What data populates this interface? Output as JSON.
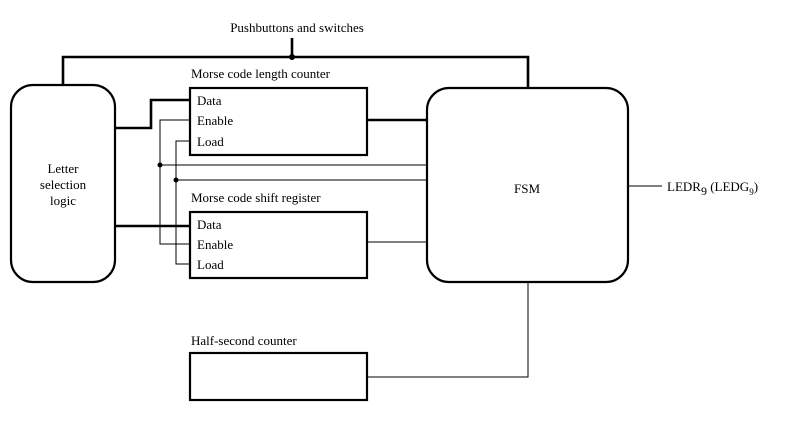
{
  "diagram": {
    "top_input_label": "Pushbuttons and switches",
    "letter_logic": {
      "line1": "Letter",
      "line2": "selection",
      "line3": "logic"
    },
    "length_counter": {
      "title": "Morse code length counter",
      "ports": [
        "Data",
        "Enable",
        "Load"
      ]
    },
    "shift_register": {
      "title": "Morse code shift register",
      "ports": [
        "Data",
        "Enable",
        "Load"
      ]
    },
    "fsm": {
      "label": "FSM"
    },
    "half_second_counter": {
      "title": "Half-second counter"
    },
    "output": {
      "main": "LEDR",
      "main_sub": "9",
      "alt_open": " (LEDG",
      "alt_sub": "9",
      "alt_close": ")"
    }
  }
}
